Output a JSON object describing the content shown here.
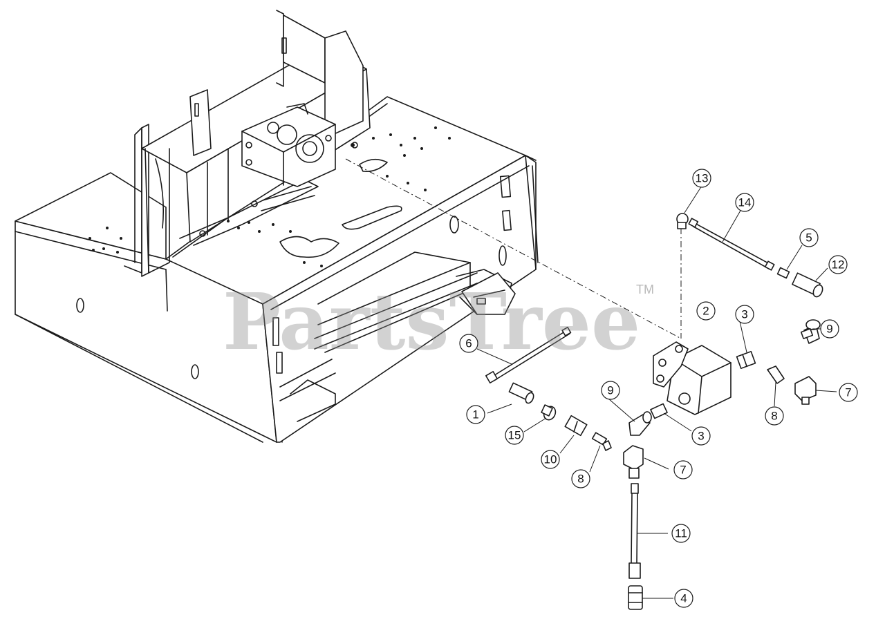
{
  "watermark": {
    "brand": "PartsTree",
    "trademark": "TM"
  },
  "callouts": [
    {
      "label": "1",
      "part": "fitting-1"
    },
    {
      "label": "2",
      "part": "valve-block"
    },
    {
      "label": "3",
      "part": "adapter-upper"
    },
    {
      "label": "3",
      "part": "adapter-lower"
    },
    {
      "label": "4",
      "part": "hose-end-fitting"
    },
    {
      "label": "5",
      "part": "nipple"
    },
    {
      "label": "6",
      "part": "rod"
    },
    {
      "label": "7",
      "part": "tee-right"
    },
    {
      "label": "7",
      "part": "tee-lower"
    },
    {
      "label": "8",
      "part": "elbow-right"
    },
    {
      "label": "8",
      "part": "elbow-lower"
    },
    {
      "label": "9",
      "part": "elbow-90-upper"
    },
    {
      "label": "9",
      "part": "elbow-90-lower"
    },
    {
      "label": "10",
      "part": "union"
    },
    {
      "label": "11",
      "part": "hydraulic-tube"
    },
    {
      "label": "12",
      "part": "coupler"
    },
    {
      "label": "13",
      "part": "banjo"
    },
    {
      "label": "14",
      "part": "upper-tube"
    },
    {
      "label": "15",
      "part": "bushing"
    }
  ]
}
